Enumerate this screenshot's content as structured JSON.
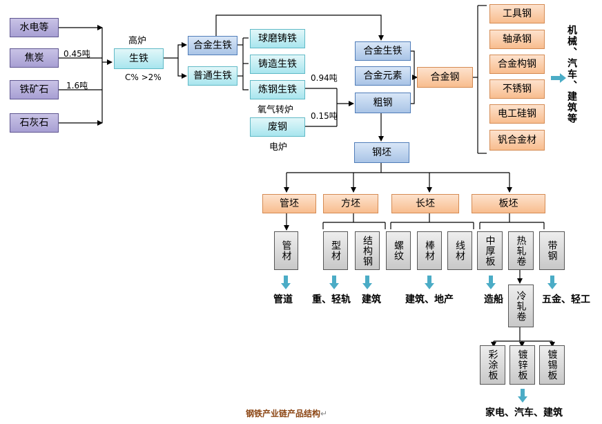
{
  "inputs": [
    "水电等",
    "焦炭",
    "铁矿石",
    "石灰石"
  ],
  "labels": {
    "coke_qty": "0.45吨",
    "ore_qty": "1.6吨",
    "blast_furnace": "高炉",
    "carbon": "C% >2%",
    "pig_iron_qty": "0.94吨",
    "scrap_qty": "0.15吨",
    "converter": "氧气转炉",
    "electric_furnace": "电炉"
  },
  "pig_iron": "生铁",
  "iron_types": [
    "合金生铁",
    "普通生铁"
  ],
  "iron_products": [
    "球磨铸铁",
    "铸造生铁",
    "炼钢生铁",
    "废钢"
  ],
  "alloy_inputs": [
    "合金生铁",
    "合金元素",
    "粗钢"
  ],
  "alloy_steel": "合金钢",
  "alloy_steel_types": [
    "工具钢",
    "轴承钢",
    "合金构钢",
    "不锈钢",
    "电工硅钢",
    "钒合金材"
  ],
  "alloy_uses": "机械、汽车、建筑等",
  "billet": "钢坯",
  "billet_types": [
    "管坯",
    "方坯",
    "长坯",
    "板坯"
  ],
  "products": [
    "管材",
    "型材",
    "结构钢",
    "螺纹",
    "棒材",
    "线材",
    "中厚板",
    "热轧卷",
    "带钢"
  ],
  "cold_rolled": "冷轧卷",
  "coated": [
    "彩涂板",
    "镀锌板",
    "镀锡板"
  ],
  "uses": [
    "管道",
    "重、轻轨",
    "建筑",
    "建筑、地产",
    "造船",
    "五金、轻工",
    "家电、汽车、建筑"
  ],
  "caption": "钢铁产业链产品结构",
  "colors": {
    "input": "#a79fd3",
    "iron": "#a8e5ee",
    "steel": "#a9c4e6",
    "billet": "#f8bd8e",
    "product": "#c8c8c8",
    "use_arrow": "#4bacc6"
  }
}
